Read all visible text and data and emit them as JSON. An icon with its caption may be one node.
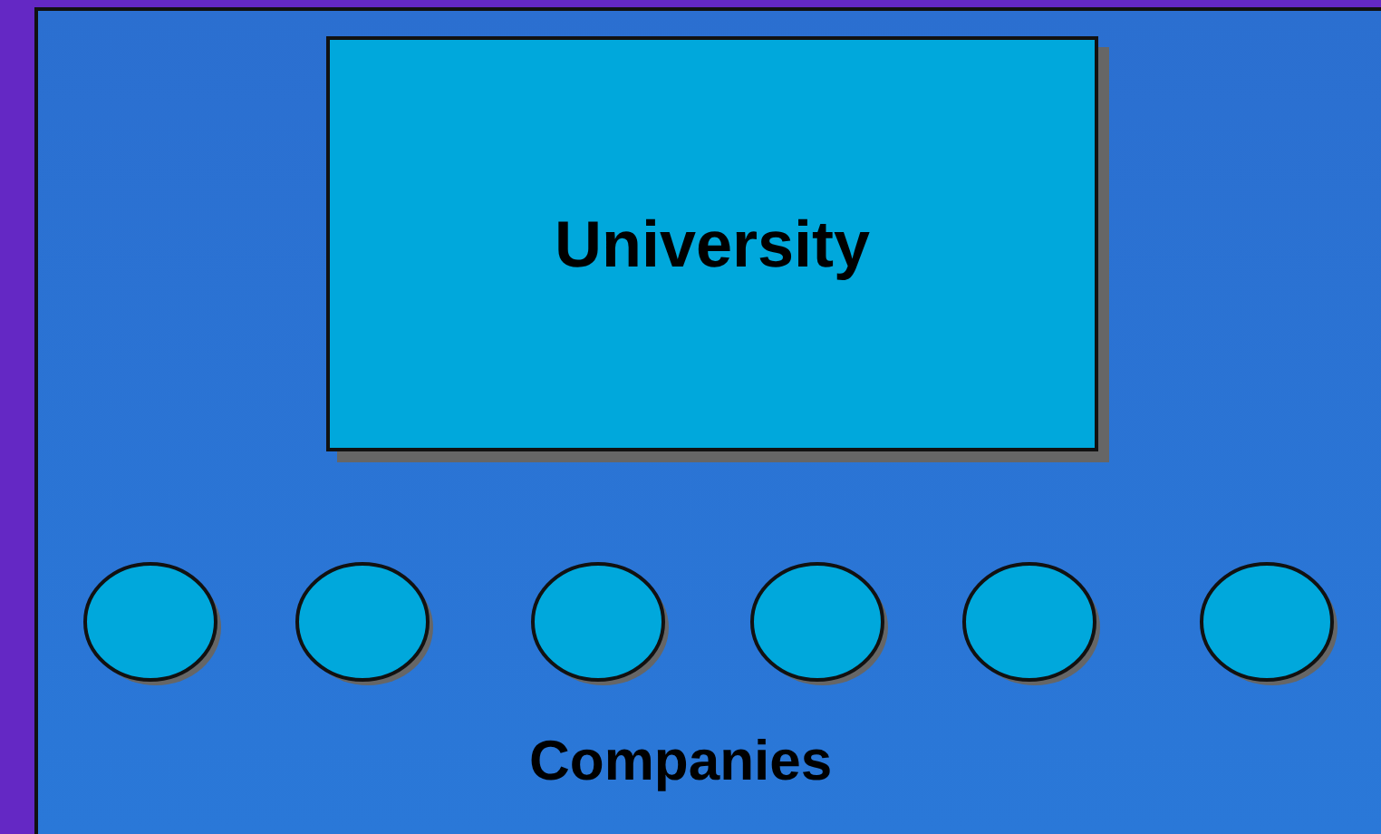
{
  "diagram": {
    "nodes": [
      {
        "text": [
          "University"
        ]
      },
      {
        "text": [],
        "shape": "circle"
      },
      {
        "text": [],
        "shape": "circle"
      },
      {
        "text": [],
        "shape": "circle"
      },
      {
        "text": [],
        "shape": "circle"
      },
      {
        "text": [],
        "shape": "circle"
      },
      {
        "text": [],
        "shape": "circle"
      }
    ],
    "labels": [
      "Companies"
    ]
  }
}
